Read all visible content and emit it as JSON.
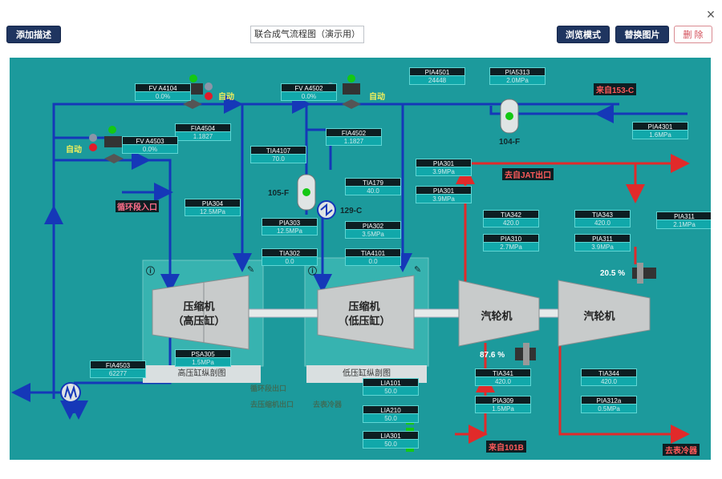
{
  "toolbar": {
    "add_button": "添加描述",
    "title": "联合成气流程图（演示用）",
    "preview_button": "浏览模式",
    "replace_button": "替换图片",
    "delete_button": "删 除",
    "close_label": "×"
  },
  "diagram": {
    "tags": {
      "fva4104": {
        "name": "FV A4104",
        "value": "0.0%"
      },
      "fia4504": {
        "name": "FIA4504",
        "value": "1.1827"
      },
      "fva4503": {
        "name": "FV A4503",
        "value": "0.0%"
      },
      "pia304": {
        "name": "PIA304",
        "value": "12.5MPa"
      },
      "fva4502": {
        "name": "FV A4502",
        "value": "0.0%"
      },
      "fia4502": {
        "name": "FIA4502",
        "value": "1.1827"
      },
      "tia4107": {
        "name": "TIA4107",
        "value": "70.0"
      },
      "pia4501": {
        "name": "PIA4501",
        "value": "24448"
      },
      "pia5313": {
        "name": "PIA5313",
        "value": "2.0MPa"
      },
      "pia4301": {
        "name": "PIA4301",
        "value": "1.6MPa"
      },
      "pia301a": {
        "name": "PIA301",
        "value": "3.9MPa"
      },
      "pia301b": {
        "name": "PIA301",
        "value": "3.9MPa"
      },
      "tia179": {
        "name": "TIA179",
        "value": "40.0"
      },
      "pia303": {
        "name": "PIA303",
        "value": "12.5MPa"
      },
      "pia302": {
        "name": "PIA302",
        "value": "3.5MPa"
      },
      "tia302": {
        "name": "TIA302",
        "value": "0.0"
      },
      "tia4101": {
        "name": "TIA4101",
        "value": "0.0"
      },
      "tia342": {
        "name": "TIA342",
        "value": "420.0"
      },
      "pia310": {
        "name": "PIA310",
        "value": "2.7MPa"
      },
      "tia343": {
        "name": "TIA343",
        "value": "420.0"
      },
      "pia311a": {
        "name": "PIA311",
        "value": "2.1MPa"
      },
      "pia311b": {
        "name": "PIA311",
        "value": "3.9MPa"
      },
      "fia4503": {
        "name": "FIA4503",
        "value": "62277"
      },
      "psa305": {
        "name": "PSA305",
        "value": "1.5MPa"
      },
      "tia341": {
        "name": "TIA341",
        "value": "420.0"
      },
      "pia309": {
        "name": "PIA309",
        "value": "1.5MPa"
      },
      "tia344": {
        "name": "TIA344",
        "value": "420.0"
      },
      "pia312a": {
        "name": "PIA312a",
        "value": "0.5MPa"
      },
      "lia101": {
        "name": "LIA101",
        "value": "50.0"
      },
      "lia210": {
        "name": "LIA210",
        "value": "50.0"
      },
      "lia301": {
        "name": "LIA301",
        "value": "50.0"
      }
    },
    "labels": {
      "auto1": "自动",
      "auto2": "自动",
      "auto3": "自动",
      "from_153c": "来自153-C",
      "vessel_104f": "104-F",
      "vessel_105f": "105-F",
      "exchanger_129c": "129-C",
      "to_jat": "去自JAT出口",
      "recycle_in": "循环段入口",
      "valve_pct1": "20.5 %",
      "valve_pct2": "87.6 %",
      "from_101b": "来自101B",
      "to_cooler": "去表冷器"
    },
    "machines": {
      "hp_compressor": {
        "line1": "压缩机",
        "line2": "（高压缸）"
      },
      "lp_compressor": {
        "line1": "压缩机",
        "line2": "（低压缸）"
      },
      "turbine1": "汽轮机",
      "turbine2": "汽轮机"
    },
    "panels": {
      "hp_title": "高压缸纵剖图",
      "lp_title": "低压缸纵剖图"
    },
    "faded_text": [
      "循环段出口",
      "去压缩机出口",
      "去表冷器"
    ],
    "colors": {
      "background": "#1c9a9c",
      "blue_line": "#1538b8",
      "red_line": "#e12a2a",
      "machine": "#c8cbcb",
      "level_green": "#14c814"
    }
  }
}
